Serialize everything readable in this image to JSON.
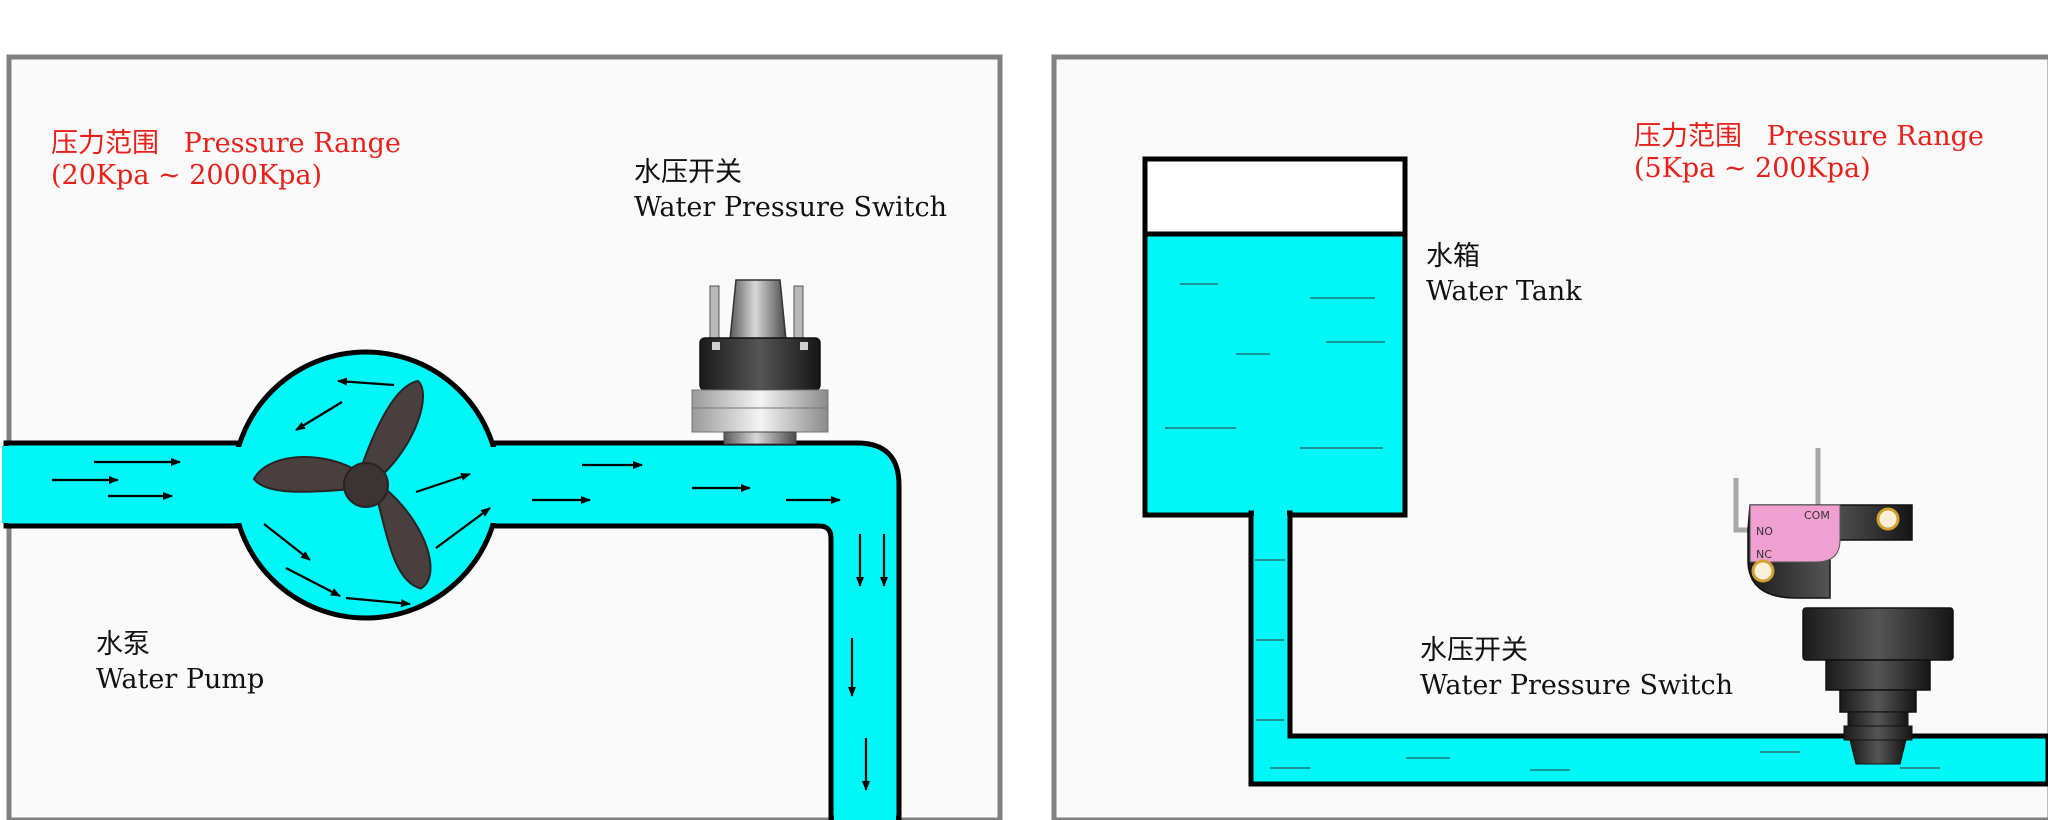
{
  "left_panel": {
    "range_label_cn": "压力范围",
    "range_label_en": "Pressure Range",
    "range_value": "(20Kpa ~  2000Kpa)",
    "switch_label_cn": "水压开关",
    "switch_label_en": "Water Pressure Switch",
    "pump_label_cn": "水泵",
    "pump_label_en": "Water Pump"
  },
  "right_panel": {
    "range_label_cn": "压力范围",
    "range_label_en": "Pressure Range",
    "range_value": "(5Kpa ~  200Kpa)",
    "tank_label_cn": "水箱",
    "tank_label_en": "Water Tank",
    "switch_label_cn": "水压开关",
    "switch_label_en": "Water Pressure Switch",
    "terminal_com": "COM",
    "terminal_no": "NO",
    "terminal_nc": "NC"
  },
  "colors": {
    "water": "#00f7f7",
    "frame": "#808080",
    "label_red": "#e8201a",
    "switch_pink": "#f0a0d0"
  }
}
